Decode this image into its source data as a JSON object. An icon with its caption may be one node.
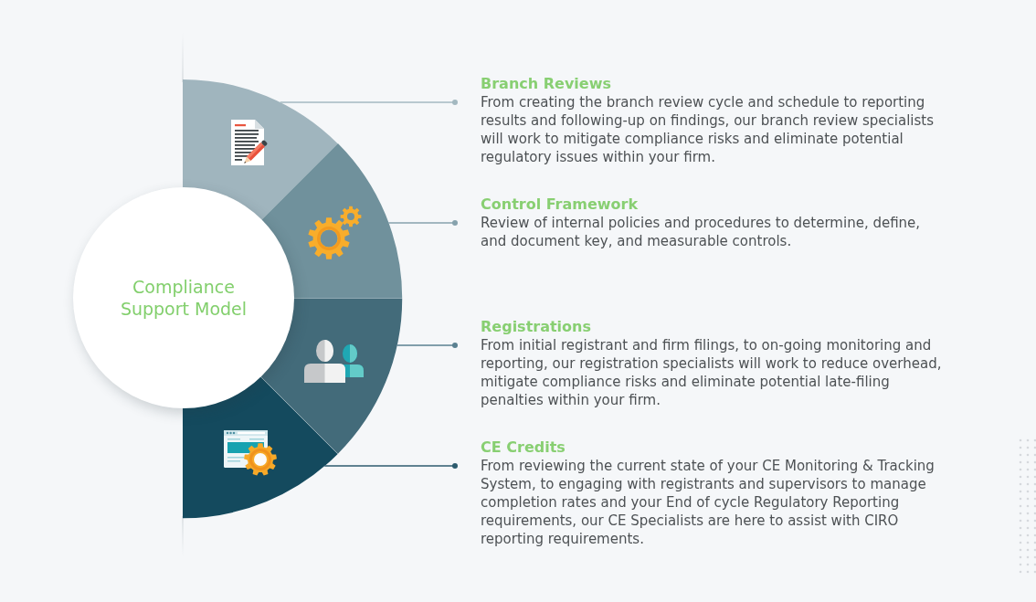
{
  "diagram": {
    "nodes": [
      {
        "text": [
          "Compliance Support Model"
        ]
      },
      {
        "text": [],
        "shape": "wedge"
      },
      {
        "text": [],
        "shape": "wedge"
      },
      {
        "text": [],
        "shape": "wedge"
      },
      {
        "text": [],
        "shape": "wedge"
      },
      {
        "text": [
          "Branch Reviews",
          "From creating the branch review cycle and schedule to reporting results and following-up on findings, our branch review specialists will work to mitigate compliance risks and eliminate potential regulatory issues within your firm."
        ]
      },
      {
        "text": [
          "Control Framework",
          "Review of internal policies and procedures to determine, define, and document key, and measurable controls."
        ]
      },
      {
        "text": [
          "Registrations",
          "From initial registrant and firm filings, to on-going monitoring and reporting, our registration specialists will work to reduce overhead, mitigate compliance risks and eliminate potential late-filing penalties within your firm."
        ]
      },
      {
        "text": [
          "CE Credits",
          "From reviewing the current state of your CE Monitoring & Tracking System, to engaging with registrants and supervisors to manage completion rates and your End of cycle Regulatory Reporting requirements, our CE Specialists are here to assist with CIRO reporting requirements."
        ]
      }
    ],
    "edges": [
      {
        "from": 1,
        "to": 5,
        "arrow": "other",
        "color": "#a3b8c0"
      },
      {
        "from": 2,
        "to": 6,
        "arrow": "other",
        "color": "#86a2ad"
      },
      {
        "from": 3,
        "to": 7,
        "arrow": "other",
        "color": "#5a8191"
      },
      {
        "from": 4,
        "to": 8,
        "arrow": "other",
        "color": "#2c5b6e"
      }
    ]
  }
}
